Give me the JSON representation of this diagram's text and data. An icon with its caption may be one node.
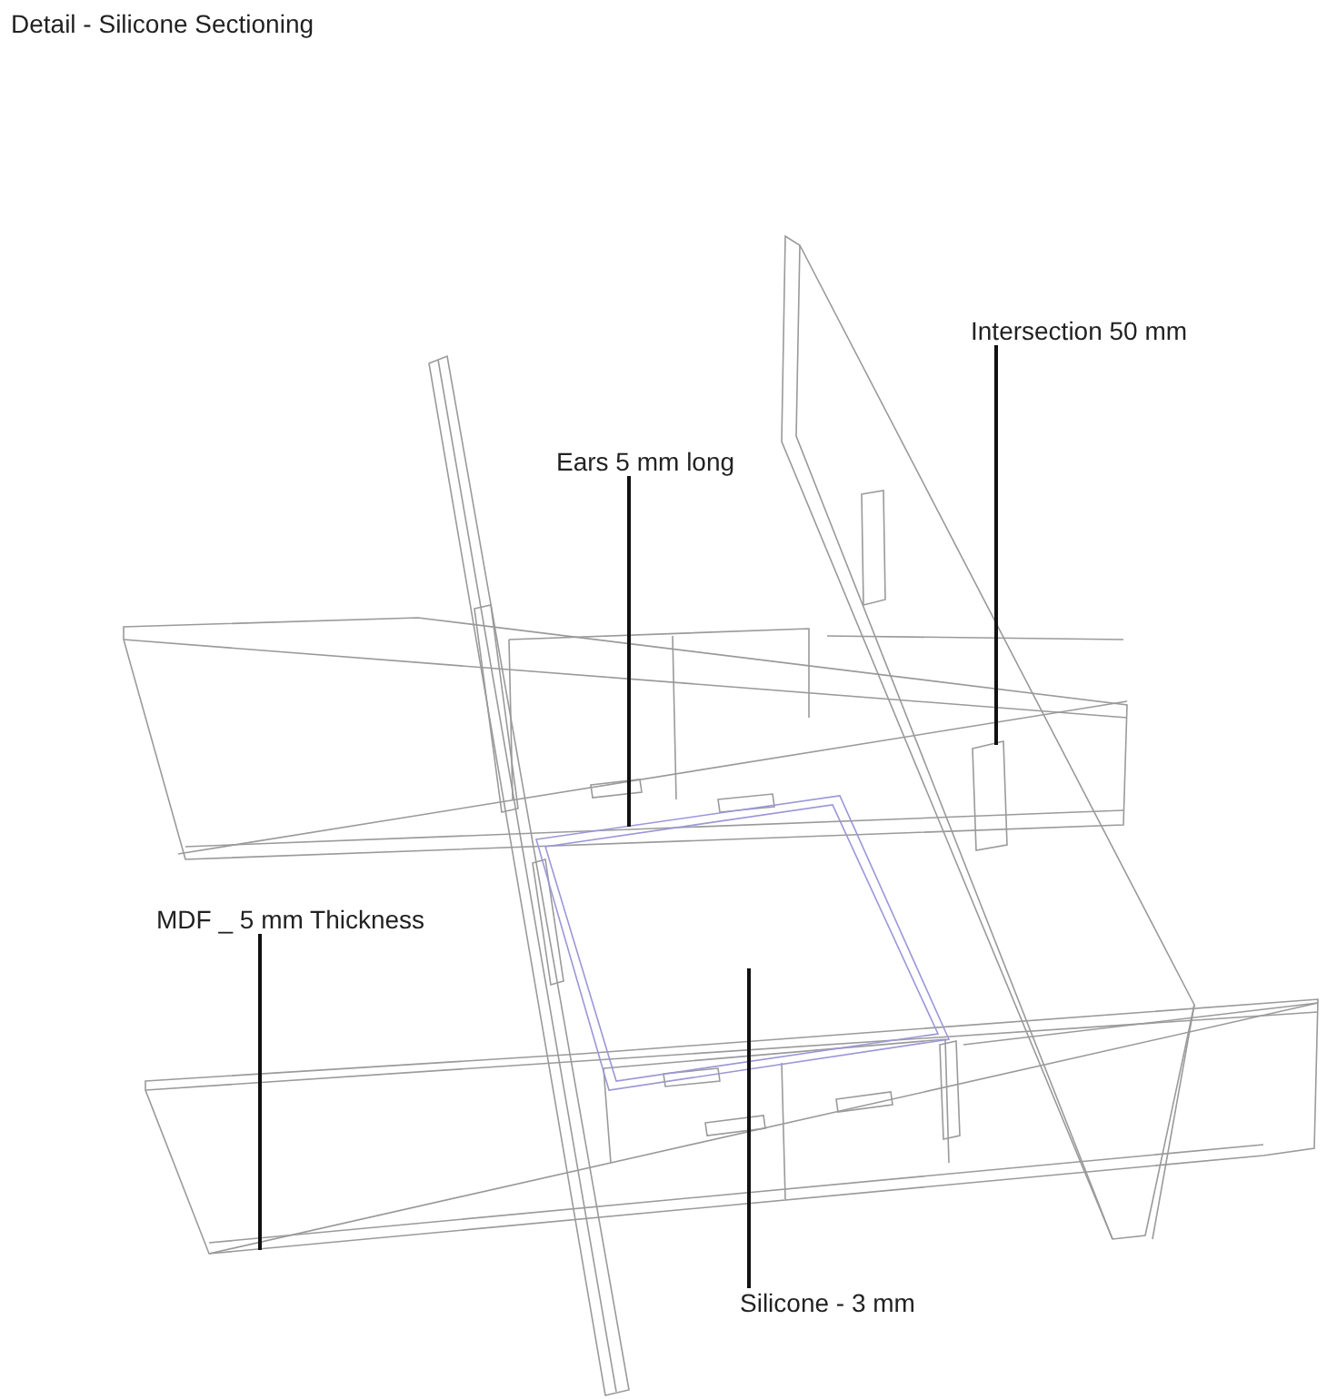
{
  "diagram": {
    "title": "Detail - Silicone Sectioning",
    "nodes": [
      {
        "text": [
          "Ears 5 mm long"
        ]
      },
      {
        "text": [
          "Intersection 50 mm"
        ]
      },
      {
        "text": [
          "MDF _ 5 mm Thickness"
        ]
      },
      {
        "text": [
          "Silicone - 3 mm"
        ]
      }
    ],
    "edges": [
      {
        "from": 0,
        "to": null,
        "arrow": "none"
      },
      {
        "from": 1,
        "to": null,
        "arrow": "none"
      },
      {
        "from": 2,
        "to": null,
        "arrow": "none"
      },
      {
        "from": 3,
        "to": null,
        "arrow": "none"
      }
    ]
  }
}
